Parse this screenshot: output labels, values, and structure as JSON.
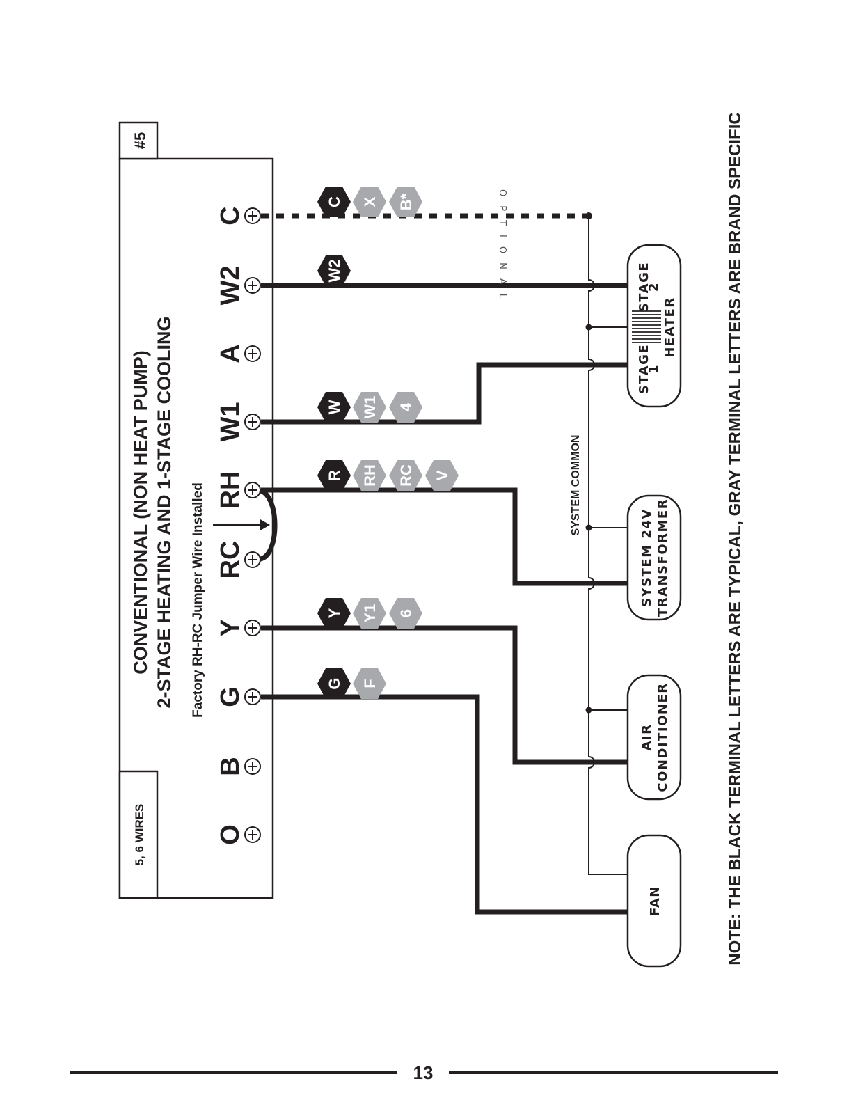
{
  "header": {
    "diagram_number": "#5",
    "wires_label": "5, 6 WIRES",
    "title_line1": "CONVENTIONAL (NON HEAT PUMP)",
    "title_line2": "2-STAGE HEATING AND 1-STAGE COOLING",
    "jumper_label": "Factory RH-RC Jumper Wire Installed"
  },
  "terminals": [
    "O",
    "B",
    "G",
    "Y",
    "RC",
    "RH",
    "W1",
    "A",
    "W2",
    "C"
  ],
  "terminal_tags": {
    "C": {
      "black": "C",
      "gray": [
        "X",
        "B*"
      ]
    },
    "W2": {
      "black": "W2",
      "gray": []
    },
    "W1": {
      "black": "W",
      "gray": [
        "W1",
        "4"
      ]
    },
    "RH": {
      "black": "R",
      "gray": [
        "RH",
        "RC",
        "V"
      ]
    },
    "Y": {
      "black": "Y",
      "gray": [
        "Y1",
        "6"
      ]
    },
    "G": {
      "black": "G",
      "gray": [
        "F"
      ]
    }
  },
  "optional_label": "OPTIONAL",
  "system_common_label": "SYSTEM COMMON",
  "devices": {
    "heater": {
      "stage1": "STAGE",
      "stage1_num": "1",
      "stage2": "STAGE",
      "stage2_num": "2",
      "name": "HEATER"
    },
    "transformer": {
      "line1": "SYSTEM 24V",
      "line2": "TRANSFORMER"
    },
    "air_conditioner": {
      "line1": "AIR",
      "line2": "CONDITIONER"
    },
    "fan": {
      "line1": "FAN"
    }
  },
  "note": "NOTE: THE BLACK TERMINAL LETTERS ARE TYPICAL, GRAY TERMINAL LETTERS ARE BRAND SPECIFIC",
  "page_number": "13",
  "colors": {
    "ink": "#231f20",
    "black_tag": "#231f20",
    "gray_tag": "#a7a9ac"
  }
}
